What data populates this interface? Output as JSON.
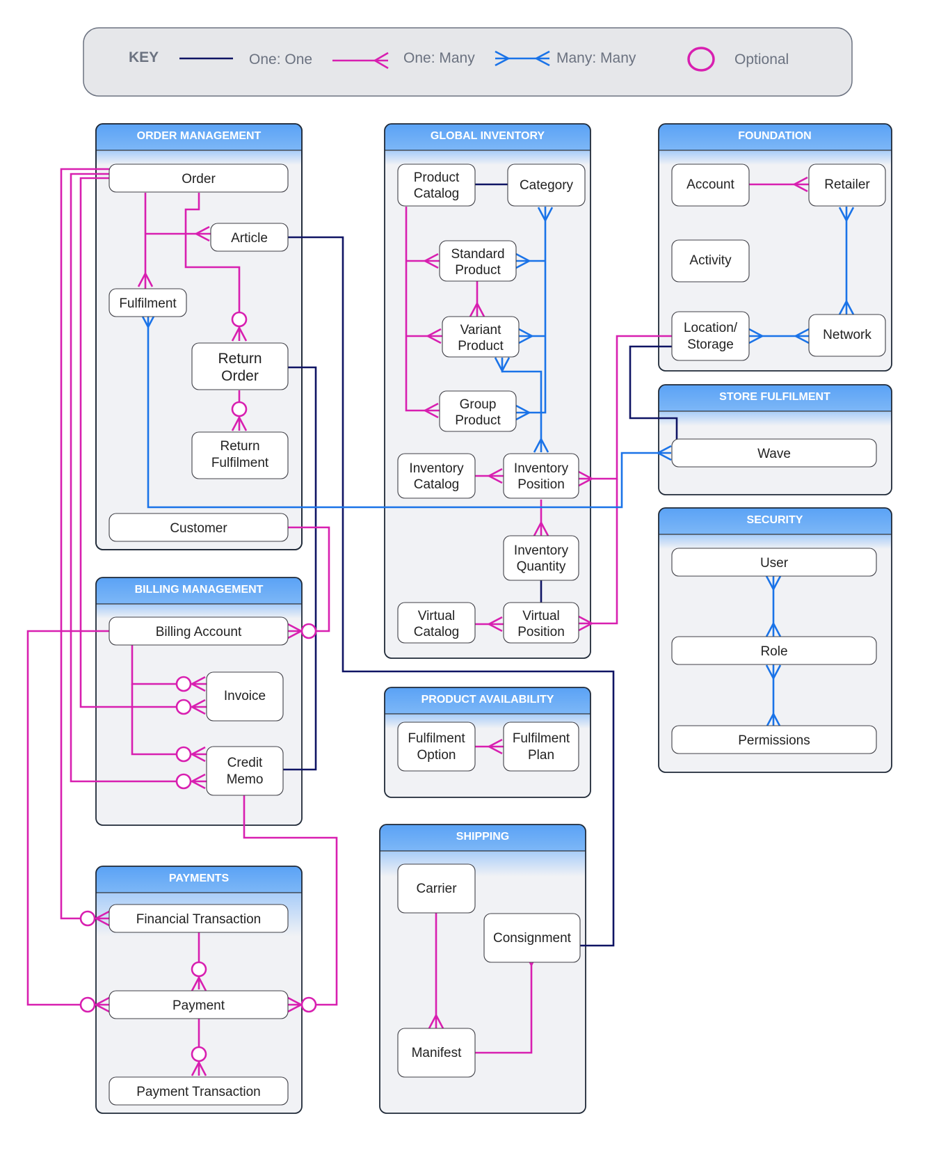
{
  "key": {
    "title": "KEY",
    "one_one": "One: One",
    "one_many": "One: Many",
    "many_many": "Many: Many",
    "optional": "Optional"
  },
  "colors": {
    "one_one": "#0f1464",
    "one_many": "#d81fb0",
    "many_many": "#1a73e8",
    "group_header": "#5aa2f5",
    "group_body": "#f1f2f5"
  },
  "groups": {
    "order_management": "ORDER MANAGEMENT",
    "billing_management": "BILLING MANAGEMENT",
    "payments": "PAYMENTS",
    "global_inventory": "GLOBAL INVENTORY",
    "product_availability": "PRODUCT AVAILABILITY",
    "shipping": "SHIPPING",
    "foundation": "FOUNDATION",
    "store_fulfilment": "STORE FULFILMENT",
    "security": "SECURITY"
  },
  "entities": {
    "order": [
      "Order"
    ],
    "article": [
      "Article"
    ],
    "fulfilment": [
      "Fulfilment"
    ],
    "return_order": [
      "Return",
      "Order"
    ],
    "return_fulfilment": [
      "Return",
      "Fulfilment"
    ],
    "customer": [
      "Customer"
    ],
    "billing_account": [
      "Billing Account"
    ],
    "invoice": [
      "Invoice"
    ],
    "credit_memo": [
      "Credit",
      "Memo"
    ],
    "financial_transaction": [
      "Financial Transaction"
    ],
    "payment": [
      "Payment"
    ],
    "payment_transaction": [
      "Payment Transaction"
    ],
    "product_catalog": [
      "Product",
      "Catalog"
    ],
    "category": [
      "Category"
    ],
    "standard_product": [
      "Standard",
      "Product"
    ],
    "variant_product": [
      "Variant",
      "Product"
    ],
    "group_product": [
      "Group",
      "Product"
    ],
    "inventory_catalog": [
      "Inventory",
      "Catalog"
    ],
    "inventory_position": [
      "Inventory",
      "Position"
    ],
    "inventory_quantity": [
      "Inventory",
      "Quantity"
    ],
    "virtual_catalog": [
      "Virtual",
      "Catalog"
    ],
    "virtual_position": [
      "Virtual",
      "Position"
    ],
    "fulfilment_option": [
      "Fulfilment",
      "Option"
    ],
    "fulfilment_plan": [
      "Fulfilment",
      "Plan"
    ],
    "carrier": [
      "Carrier"
    ],
    "consignment": [
      "Consignment"
    ],
    "manifest": [
      "Manifest"
    ],
    "account": [
      "Account"
    ],
    "retailer": [
      "Retailer"
    ],
    "activity": [
      "Activity"
    ],
    "location_storage": [
      "Location/",
      "Storage"
    ],
    "network": [
      "Network"
    ],
    "wave": [
      "Wave"
    ],
    "user": [
      "User"
    ],
    "role": [
      "Role"
    ],
    "permissions": [
      "Permissions"
    ]
  }
}
